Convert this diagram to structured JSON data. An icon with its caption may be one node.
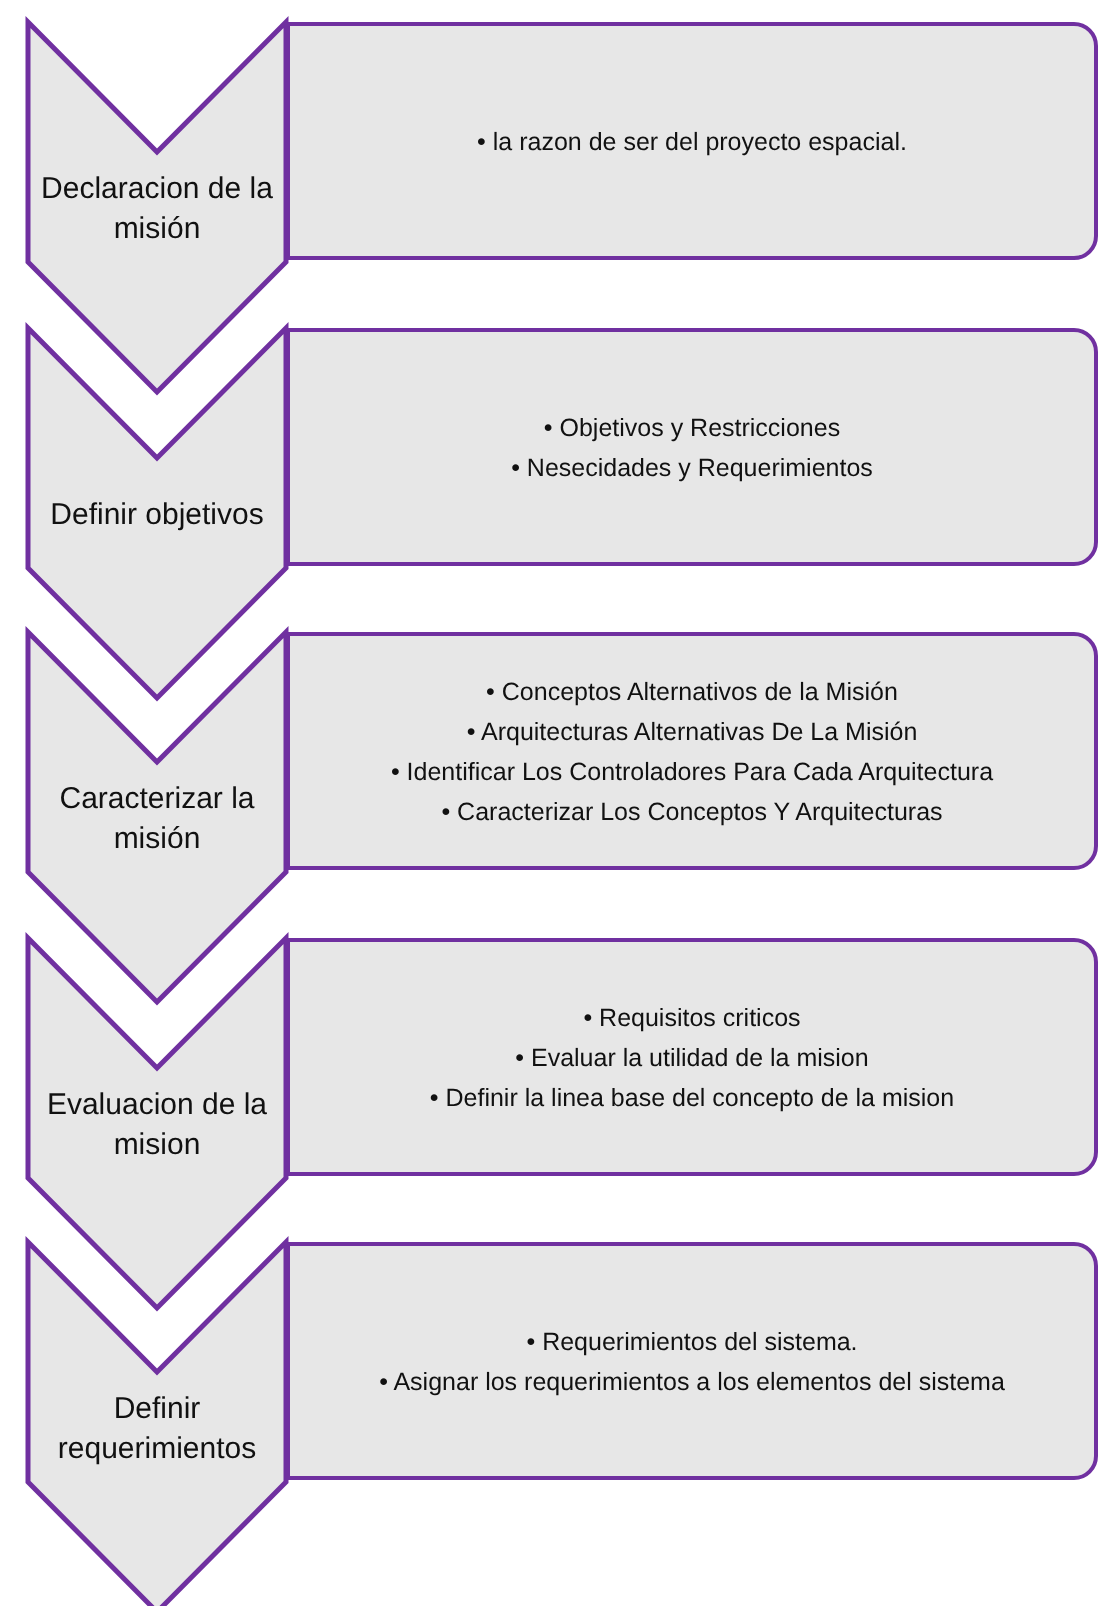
{
  "diagram": {
    "nodes": [
      {
        "text": [
          "Declaracion de la misión"
        ]
      },
      {
        "text": [
          "• la razon de ser del proyecto espacial."
        ]
      },
      {
        "text": [
          "Definir objetivos"
        ]
      },
      {
        "text": [
          "• Objetivos y Restricciones",
          "• Nesecidades y Requerimientos"
        ]
      },
      {
        "text": [
          "Caracterizar la misión"
        ]
      },
      {
        "text": [
          "• Conceptos Alternativos de  la Misión",
          "• Arquitecturas Alternativas De La Misión",
          "• Identificar Los Controladores Para Cada Arquitectura",
          "• Caracterizar Los Conceptos Y Arquitecturas"
        ]
      },
      {
        "text": [
          "Evaluacion de la mision"
        ]
      },
      {
        "text": [
          "• Requisitos criticos",
          "• Evaluar la utilidad de la mision",
          "• Definir la linea base del concepto de la mision"
        ]
      },
      {
        "text": [
          "Definir requerimientos"
        ]
      },
      {
        "text": [
          "• Requerimientos del sistema.",
          "• Asignar los requerimientos a los elementos del sistema"
        ]
      }
    ]
  }
}
